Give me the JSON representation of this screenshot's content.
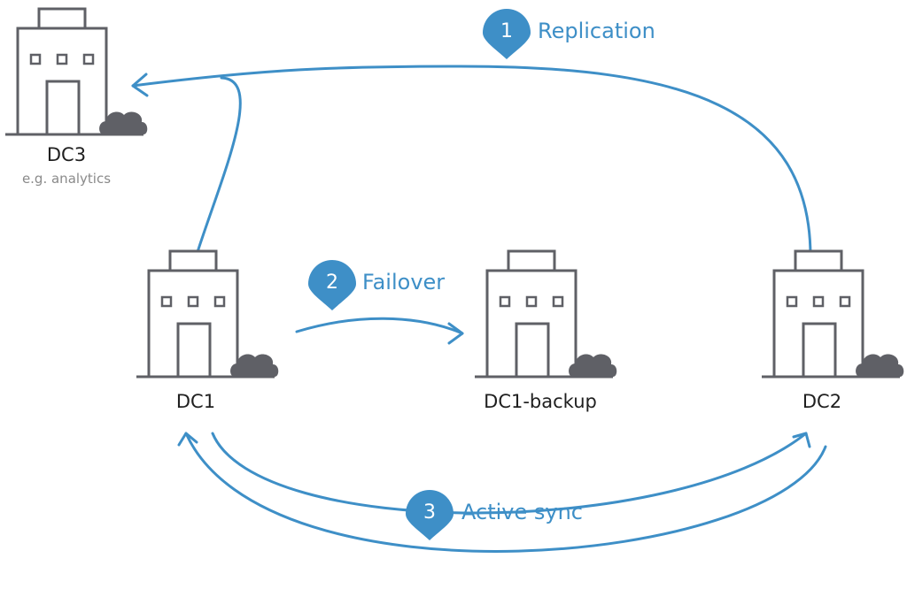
{
  "colors": {
    "arrow": "#3e8fc7",
    "building": "#5f6066",
    "cloud": "#5f6066",
    "pin": "#3e8fc7"
  },
  "datacenters": {
    "dc3": {
      "name": "DC3",
      "subtitle": "e.g. analytics",
      "icon": "building-icon"
    },
    "dc1": {
      "name": "DC1",
      "icon": "building-icon"
    },
    "dc1_backup": {
      "name": "DC1-backup",
      "icon": "building-icon"
    },
    "dc2": {
      "name": "DC2",
      "icon": "building-icon"
    }
  },
  "steps": [
    {
      "number": "1",
      "label": "Replication"
    },
    {
      "number": "2",
      "label": "Failover"
    },
    {
      "number": "3",
      "label": "Active sync"
    }
  ]
}
